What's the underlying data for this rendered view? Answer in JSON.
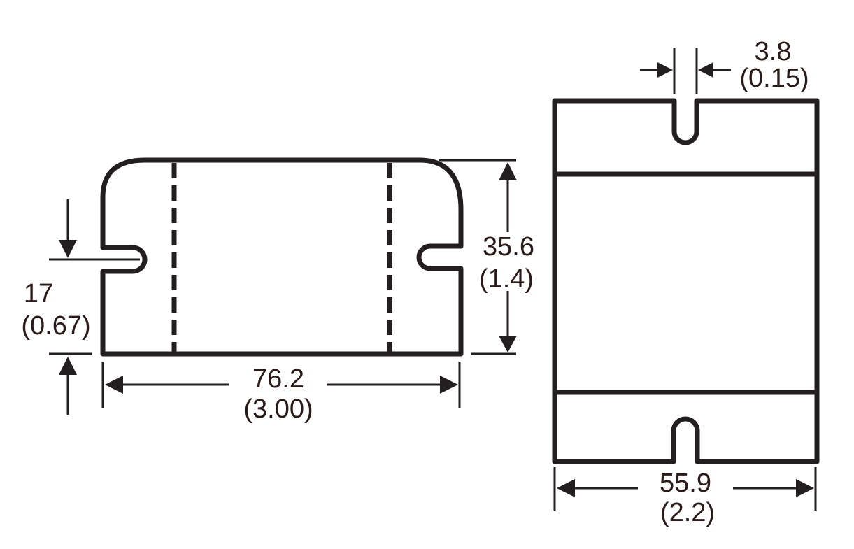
{
  "side_view": {
    "width": {
      "mm": "76.2",
      "in": "(3.00)"
    },
    "height": {
      "mm": "35.6",
      "in": "(1.4)"
    },
    "slot_height": {
      "mm": "17",
      "in": "(0.67)"
    }
  },
  "top_view": {
    "slot_width": {
      "mm": "3.8",
      "in": "(0.15)"
    },
    "width": {
      "mm": "55.9",
      "in": "(2.2)"
    }
  }
}
